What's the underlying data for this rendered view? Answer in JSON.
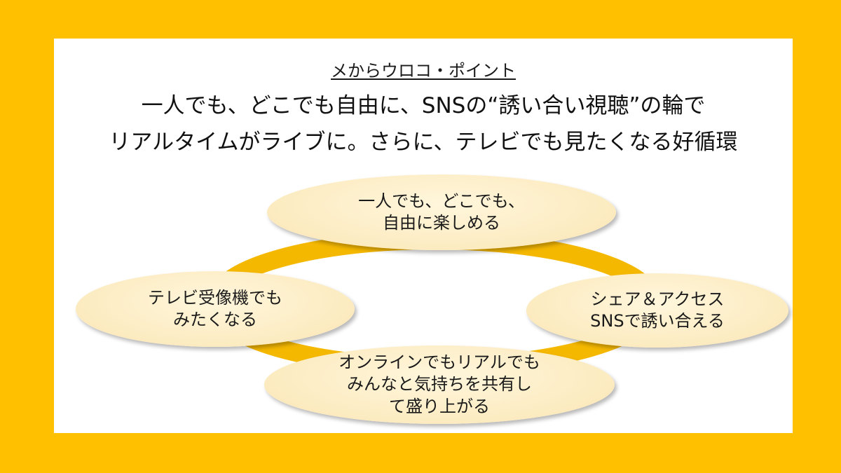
{
  "header": {
    "subtitle": "メからウロコ・ポイント",
    "headline_line1": "一人でも、どこでも自由に、SNSの“誘い合い視聴”の輪で",
    "headline_line2": "リアルタイムがライブに。さらに、テレビでも見たくなる好循環"
  },
  "cycle": {
    "ring_color": "#F5B800",
    "nodes": {
      "top": {
        "line1": "一人でも、どこでも、",
        "line2": "自由に楽しめる"
      },
      "right": {
        "line1": "シェア＆アクセス",
        "line2": "SNSで誘い合える"
      },
      "bottom": {
        "line1": "オンラインでもリアルでも",
        "line2": "みんなと気持ちを共有し",
        "line3": "て盛り上がる"
      },
      "left": {
        "line1": "テレビ受像機でも",
        "line2": "みたくなる"
      }
    }
  },
  "colors": {
    "frame": "#FFC000",
    "node_fill": "#FCEBC0"
  }
}
